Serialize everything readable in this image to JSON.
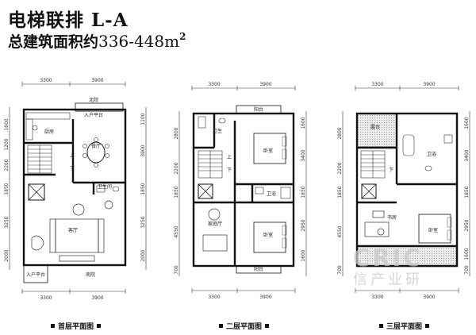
{
  "header": {
    "title": "电梯联排 L-A",
    "subtitle_prefix": "总建筑面积约",
    "area": "336-448m",
    "area_sup": "2"
  },
  "watermark": {
    "line1": "CRIC",
    "line2": "信产业研"
  },
  "plans": {
    "first": {
      "caption": "首层平面图",
      "top_dims": [
        "3300",
        "3900"
      ],
      "bottom_dims": [
        "3300",
        "3900"
      ],
      "left_dims": [
        "1600",
        "1200",
        "2200",
        "1850",
        "3250",
        "2000"
      ],
      "right_dims": [
        "1100",
        "3900",
        "1850",
        "3250",
        "2000"
      ],
      "rooms": {
        "north": "北院",
        "entry_top": "入户平台",
        "kitchen": "厨房",
        "dining": "餐厅",
        "up": "上",
        "down": "下",
        "bathroom": "卫生间",
        "living": "客厅",
        "entry_bottom": "入户平台",
        "south": "南院"
      }
    },
    "second": {
      "caption": "二层平面图",
      "top_dims": [
        "3300",
        "3900"
      ],
      "bottom_dims": [
        "3300",
        "3900"
      ],
      "left_dims": [
        "2800",
        "2200",
        "1850",
        "4550",
        "700"
      ],
      "right_dims": [
        "1600",
        "3400",
        "1850",
        "2950",
        "1600"
      ],
      "rooms": {
        "balcony_n": "阳台",
        "bath1": "卫生",
        "bedroom1": "卧室",
        "bath2": "卫浴",
        "family": "家庭厅",
        "bedroom2": "卧室",
        "balcony_s": "阳台",
        "up": "上",
        "down": "下"
      }
    },
    "third": {
      "caption": "三层平面图",
      "top_dims": [
        "3300",
        "3900"
      ],
      "bottom_dims": [
        "3300",
        "3900"
      ],
      "left_dims": [
        "2800",
        "2200",
        "1850",
        "4550",
        "700"
      ],
      "right_dims": [
        "1600",
        "3400",
        "1850",
        "2950",
        "1600",
        "700"
      ],
      "rooms": {
        "terrace": "露台",
        "bath": "卫浴",
        "study": "书房",
        "bedroom": "卧室",
        "down": "下"
      }
    }
  }
}
